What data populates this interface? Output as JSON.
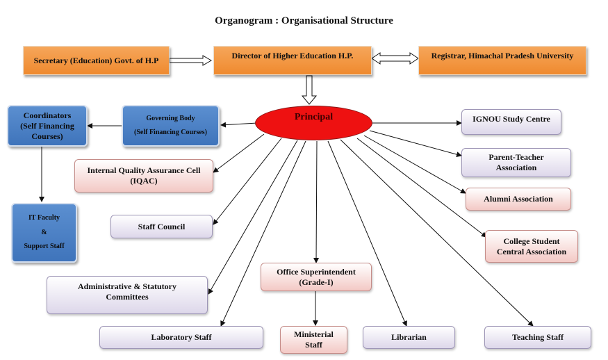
{
  "title": "Organogram : Organisational Structure",
  "nodes": {
    "secretary": "Secretary (Education) Govt. of H.P",
    "director": "Director of Higher Education H.P.",
    "registrar": "Registrar, Himachal Pradesh University",
    "principal": "Principal",
    "coordinators": [
      "Coordinators",
      "(Self Financing",
      "Courses)"
    ],
    "governing_body": [
      "Governing Body",
      "(Self Financing Courses)"
    ],
    "it_faculty": [
      "IT Faculty",
      "&",
      "Support Staff"
    ],
    "iqac": [
      "Internal Quality Assurance Cell",
      "(IQAC)"
    ],
    "staff_council": "Staff Council",
    "admin_committees": [
      "Administrative & Statutory",
      "Committees"
    ],
    "laboratory_staff": "Laboratory Staff",
    "office_superintendent": [
      "Office Superintendent",
      "(Grade-I)"
    ],
    "ministerial_staff": [
      "Ministerial",
      "Staff"
    ],
    "librarian": "Librarian",
    "teaching_staff": "Teaching Staff",
    "ignou": "IGNOU Study Centre",
    "pta": [
      "Parent-Teacher",
      "Association"
    ],
    "alumni": "Alumni Association",
    "csca": [
      "College Student",
      "Central Association"
    ]
  },
  "colors": {
    "orange": "#ef8a2f",
    "blue": "#4a7fc4",
    "principal_red": "#ee1111",
    "lavender": "#ddd7ea",
    "pink": "#f3c9c5"
  }
}
